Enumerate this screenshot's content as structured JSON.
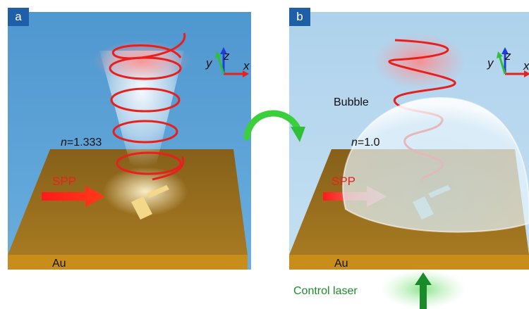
{
  "panels": [
    {
      "tag": "a",
      "refractive_index_var": "n",
      "refractive_index_value": "=1.333",
      "spp_label": "SPP",
      "substrate_label": "Au"
    },
    {
      "tag": "b",
      "refractive_index_var": "n",
      "refractive_index_value": "=1.0",
      "spp_label": "SPP",
      "substrate_label": "Au",
      "bubble_label": "Bubble"
    }
  ],
  "axes": {
    "x": "x",
    "y": "y",
    "z": "z"
  },
  "control_laser_label": "Control laser",
  "colors": {
    "background_water": "#5a9fd4",
    "background_air": "#b7d8ee",
    "gold_top": "#9a6f1e",
    "gold_side": "#c8901c",
    "helix": "#e8201d",
    "spp_arrow": "#f01e1e",
    "transfer_arrow": "#3ccf3c",
    "laser": "#1a8a2a",
    "tag": "#1f5fa8"
  }
}
